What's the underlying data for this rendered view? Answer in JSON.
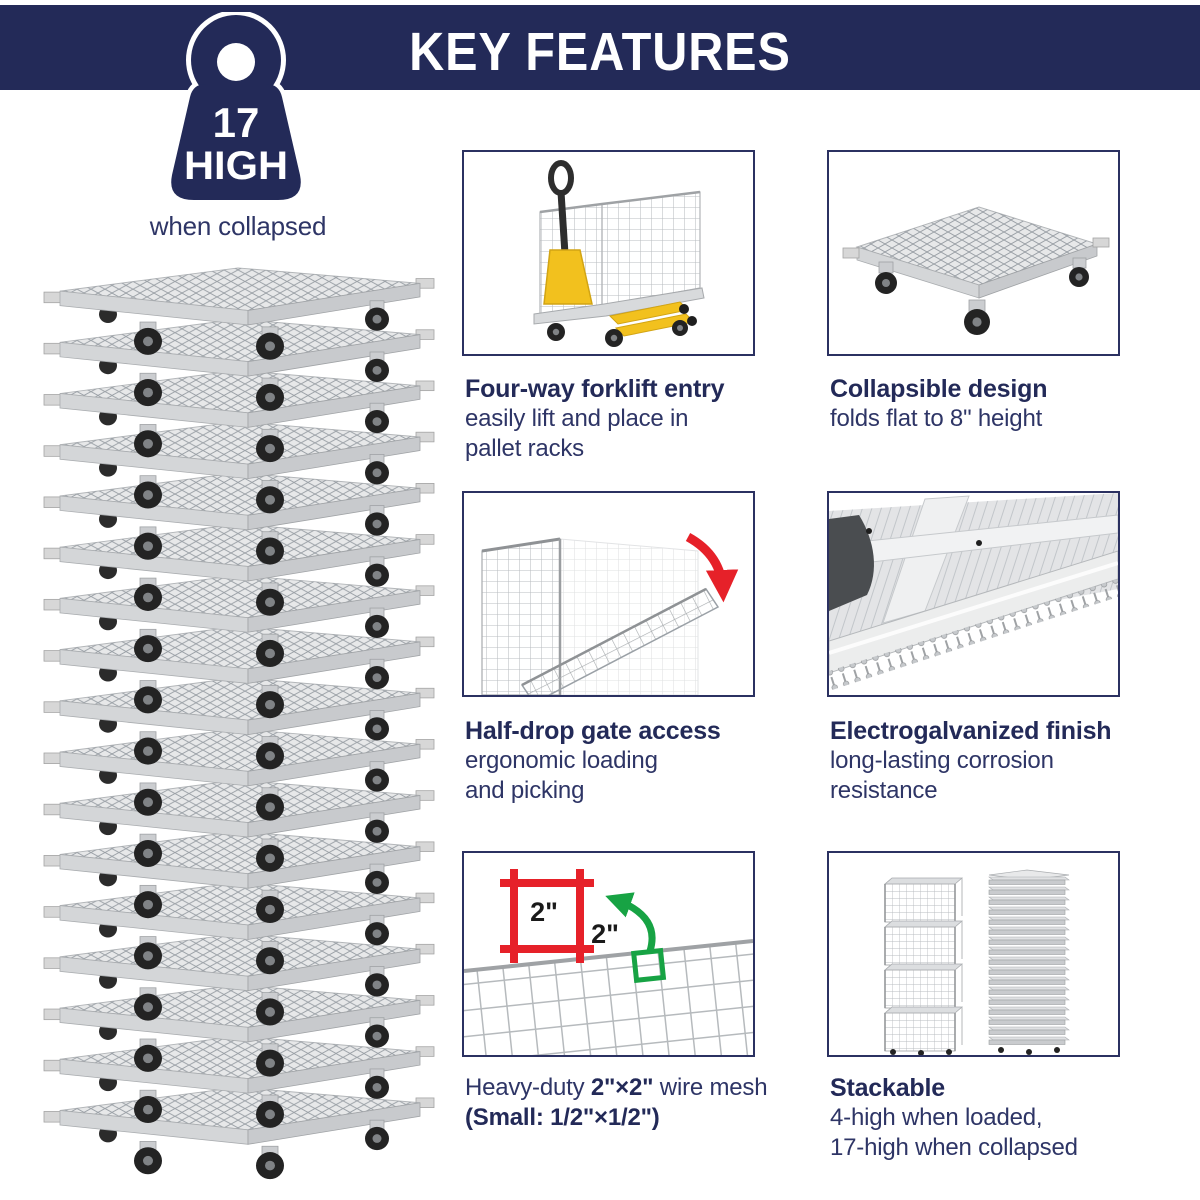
{
  "header": {
    "title": "KEY FEATURES"
  },
  "stack_badge": {
    "count": "17",
    "label": "HIGH",
    "caption": "when collapsed"
  },
  "colors": {
    "navy": "#232a58",
    "body_text": "#2e3566",
    "accent_red": "#e62129",
    "accent_green": "#17a344",
    "accent_yellow": "#f2c11e"
  },
  "icons": {
    "badge": "weight-icon",
    "gate_arrow": "red-drop-arrow-icon",
    "mesh_arrow": "green-callout-arrow-icon"
  },
  "features": [
    {
      "title": "Four-way forklift entry",
      "lines": [
        "easily lift and place in",
        "pallet racks"
      ]
    },
    {
      "title": "Collapsible design",
      "lines": [
        "folds flat to 8\" height"
      ]
    },
    {
      "title": "Half-drop gate access",
      "lines": [
        "ergonomic loading",
        "and picking"
      ]
    },
    {
      "title": "Electrogalvanized finish",
      "lines": [
        "long-lasting corrosion",
        "resistance"
      ]
    },
    {
      "line1_prefix": "Heavy-duty ",
      "line1_bold": "2\"×2\"",
      "line1_suffix": " wire mesh",
      "line2": "(Small: 1/2\"×1/2\")"
    },
    {
      "title": "Stackable",
      "lines": [
        "4-high when loaded,",
        "17-high when collapsed"
      ]
    }
  ],
  "mesh_callout": {
    "width_label": "2\"",
    "height_label": "2\""
  }
}
